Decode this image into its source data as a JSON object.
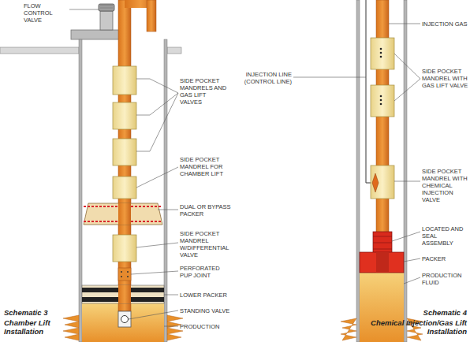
{
  "diagram": {
    "labels": [
      "FLOW CONTROL VALVE",
      "SIDE POCKET MANDRELS AND GAS LIFT VALVES",
      "SIDE POCKET MANDREL FOR CHAMBER LIFT",
      "DUAL OR BYPASS PACKER",
      "SIDE POCKET MANDREL W/DIFFERENTIAL VALVE",
      "PERFORATED PUP JOINT",
      "LOWER PACKER",
      "STANDING VALVE",
      "PRODUCTION",
      "Schematic 3",
      "Chamber Lift Installation",
      "INJECTION GAS",
      "INJECTION LINE (CONTROL LINE)",
      "SIDE POCKET MANDREL WITH GAS LIFT VALVE",
      "SIDE POCKET MANDREL WITH CHEMICAL INJECTION VALVE",
      "LOCATED AND SEAL ASSEMBLY",
      "PACKER",
      "PRODUCTION FLUID",
      "Schematic 4",
      "Chemical Injection/Gas Lift Installation"
    ]
  }
}
